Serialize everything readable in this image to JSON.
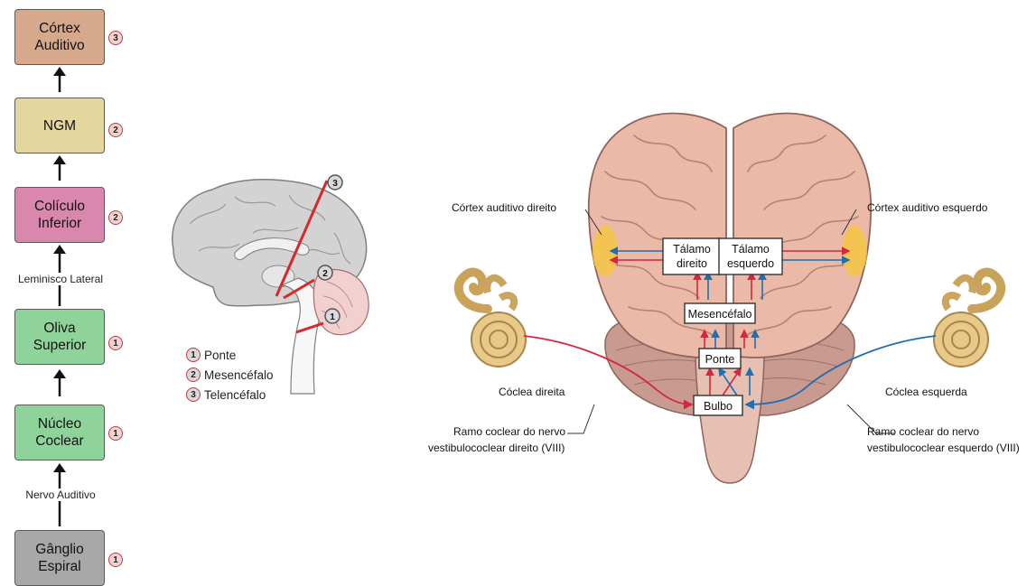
{
  "flowchart": {
    "nodes": [
      {
        "label": "Córtex\nAuditivo",
        "level": "3",
        "color": "#d6a88c"
      },
      {
        "label": "NGM",
        "level": "2",
        "color": "#e3d79f"
      },
      {
        "label": "Colículo\nInferior",
        "level": "2",
        "color": "#d987ad"
      },
      {
        "label": "Oliva\nSuperior",
        "level": "1",
        "color": "#8fd39a"
      },
      {
        "label": "Núcleo\nCoclear",
        "level": "1",
        "color": "#8fd39a"
      },
      {
        "label": "Gânglio\nEspiral",
        "level": "1",
        "color": "#a8a8a8"
      }
    ],
    "edge_labels": {
      "lemnisco": "Leminisco Lateral",
      "nervo": "Nervo Auditivo"
    }
  },
  "sagittal": {
    "markers": [
      "3",
      "2",
      "1"
    ],
    "legend": [
      {
        "num": "1",
        "label": "Ponte"
      },
      {
        "num": "2",
        "label": "Mesencéfalo"
      },
      {
        "num": "3",
        "label": "Telencéfalo"
      }
    ]
  },
  "brain": {
    "labels": {
      "cortex_direito": "Córtex auditivo direito",
      "cortex_esquerdo": "Córtex auditivo esquerdo",
      "talamo_direito_1": "Tálamo",
      "talamo_direito_2": "direito",
      "talamo_esquerdo_1": "Tálamo",
      "talamo_esquerdo_2": "esquerdo",
      "mesencefalo": "Mesencéfalo",
      "ponte": "Ponte",
      "bulbo": "Bulbo",
      "coclea_direita": "Cóclea direita",
      "coclea_esquerda": "Cóclea esquerda",
      "ramo_direito_1": "Ramo coclear do nervo",
      "ramo_direito_2": "vestibulococlear direito (VIII)",
      "ramo_esquerdo_1": "Ramo coclear do nervo",
      "ramo_esquerdo_2": "vestibulococlear esquerdo (VIII)"
    },
    "colors": {
      "right_path": "#d7263d",
      "left_path": "#1f6fb2",
      "cortex_highlight": "#f5c542"
    }
  }
}
